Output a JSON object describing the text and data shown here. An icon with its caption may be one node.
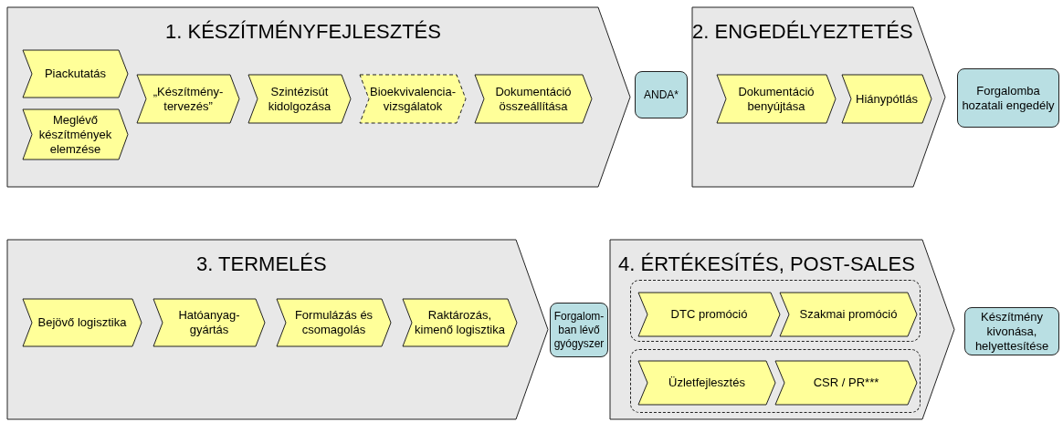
{
  "diagram": {
    "nodes": [
      {
        "text": [
          "1. KÉSZÍTMÉNYFEJLESZTÉS"
        ]
      },
      {
        "text": [
          "Piackutatás"
        ],
        "in": 0
      },
      {
        "text": [
          "Meglévő készítmények elemzése"
        ],
        "in": 0
      },
      {
        "text": [
          "„Készítmény-tervezés”"
        ],
        "in": 0
      },
      {
        "text": [
          "Szintézisút kidolgozása"
        ],
        "in": 0
      },
      {
        "text": [
          "Bioekvivalencia-vizsgálatok"
        ],
        "in": 0
      },
      {
        "text": [
          "Dokumentáció összeállítása"
        ],
        "in": 0
      },
      {
        "text": [
          "ANDA*"
        ]
      },
      {
        "text": [
          "2. ENGEDÉLYEZTETÉS"
        ]
      },
      {
        "text": [
          "Dokumentáció benyújtása"
        ],
        "in": 8
      },
      {
        "text": [
          "Hiánypótlás"
        ],
        "in": 8
      },
      {
        "text": [
          "Forgalomba hozatali engedély"
        ]
      },
      {
        "text": [
          "3. TERMELÉS"
        ]
      },
      {
        "text": [
          "Bejövő logisztika"
        ],
        "in": 12
      },
      {
        "text": [
          "Hatóanyag-gyártás"
        ],
        "in": 12
      },
      {
        "text": [
          "Formulázás és csomagolás"
        ],
        "in": 12
      },
      {
        "text": [
          "Raktározás, kimenő logisztika"
        ],
        "in": 12
      },
      {
        "text": [
          "Forgalom-ban lévő gyógyszer"
        ]
      },
      {
        "text": [
          "4. ÉRTÉKESÍTÉS, POST-SALES"
        ]
      },
      {
        "text": [],
        "shape": "box",
        "in": 18
      },
      {
        "text": [
          "DTC promóció"
        ],
        "in": 19
      },
      {
        "text": [
          "Szakmai promóció"
        ],
        "in": 19
      },
      {
        "text": [],
        "shape": "box",
        "in": 18
      },
      {
        "text": [
          "Üzletfejlesztés"
        ],
        "in": 22
      },
      {
        "text": [
          "CSR / PR***"
        ],
        "in": 22
      },
      {
        "text": [
          "Készítmény kivonása, helyettesítése"
        ]
      }
    ]
  }
}
